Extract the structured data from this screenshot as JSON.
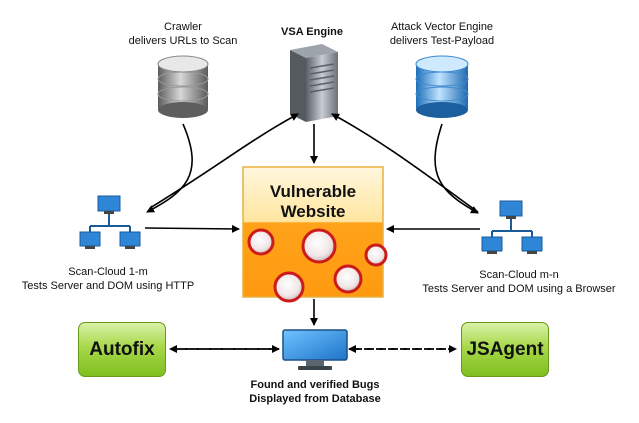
{
  "crawler": {
    "line1": "Crawler",
    "line2": "delivers URLs to Scan"
  },
  "vsa_engine": {
    "label": "VSA Engine"
  },
  "attack_vector": {
    "line1": "Attack Vector Engine",
    "line2": "delivers Test-Payload"
  },
  "website": {
    "line1": "Vulnerable",
    "line2": "Website"
  },
  "scan_cloud_left": {
    "line1": "Scan-Cloud 1-m",
    "line2": "Tests Server and DOM using HTTP"
  },
  "scan_cloud_right": {
    "line1": "Scan-Cloud m-n",
    "line2": "Tests Server and DOM using a Browser"
  },
  "autofix": {
    "label": "Autofix"
  },
  "jsagent": {
    "label": "JSAgent"
  },
  "bugs": {
    "line1": "Found and verified Bugs",
    "line2": "Displayed from Database"
  },
  "colors": {
    "website_fill": "#ffa31a",
    "website_border": "#e8b040",
    "green_box": "#8cc832",
    "db_gray": "#8a8a8a",
    "db_blue": "#4a9fe0",
    "bug_circle": "#cc1b1b"
  },
  "icons": {
    "crawler": "database-gray-icon",
    "vsa": "server-tower-icon",
    "attack": "database-blue-icon",
    "scan_left": "network-computers-icon",
    "scan_right": "network-computers-icon",
    "bugs": "monitor-icon"
  }
}
